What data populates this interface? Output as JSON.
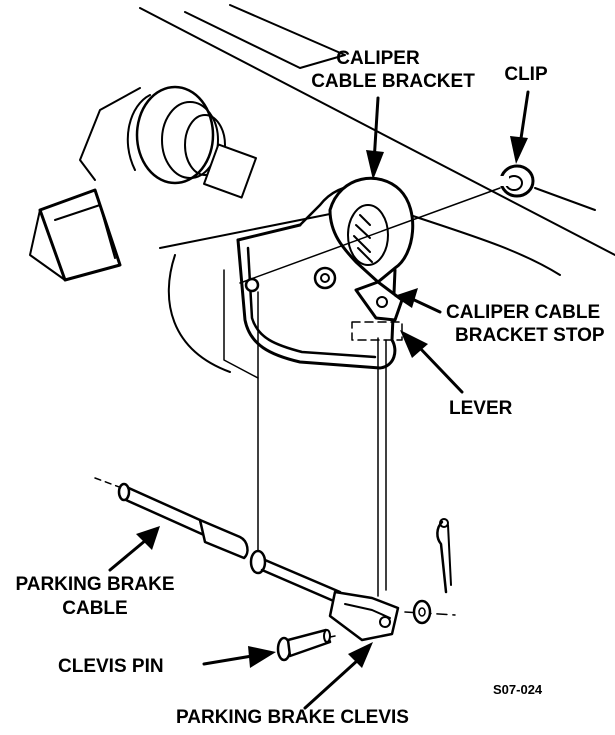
{
  "labels": {
    "caliper_cable_bracket_1": "CALIPER",
    "caliper_cable_bracket_2": "CABLE BRACKET",
    "clip": "CLIP",
    "caliper_cable_bracket_stop_1": "CALIPER CABLE",
    "caliper_cable_bracket_stop_2": "BRACKET STOP",
    "lever": "LEVER",
    "parking_brake_cable_1": "PARKING BRAKE",
    "parking_brake_cable_2": "CABLE",
    "clevis_pin": "CLEVIS PIN",
    "parking_brake_clevis": "PARKING BRAKE CLEVIS",
    "figure_code": "S07-024"
  }
}
